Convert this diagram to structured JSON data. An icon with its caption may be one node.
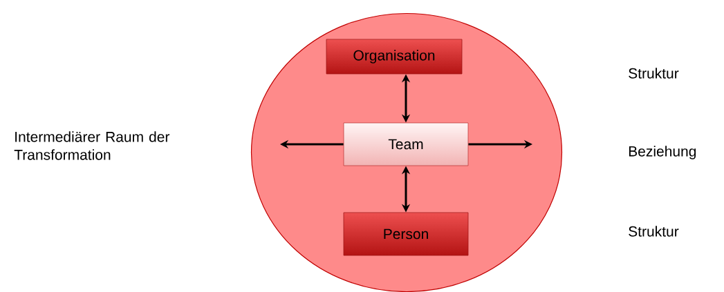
{
  "diagram": {
    "nodes": [
      {
        "text": [],
        "shape": "circle"
      },
      {
        "text": [
          "Organisation"
        ],
        "in": 0
      },
      {
        "text": [
          "Team"
        ],
        "in": 0
      },
      {
        "text": [
          "Person"
        ],
        "in": 0
      }
    ],
    "edges": [
      {
        "from": 1,
        "to": 2,
        "arrow": "both"
      },
      {
        "from": 2,
        "to": 3,
        "arrow": "both"
      },
      {
        "from": 2,
        "to": null,
        "arrow": "to"
      },
      {
        "from": 2,
        "to": null,
        "arrow": "to"
      }
    ],
    "labels": [
      "Intermediärer Raum der Transformation",
      "Struktur",
      "Beziehung",
      "Struktur"
    ]
  }
}
